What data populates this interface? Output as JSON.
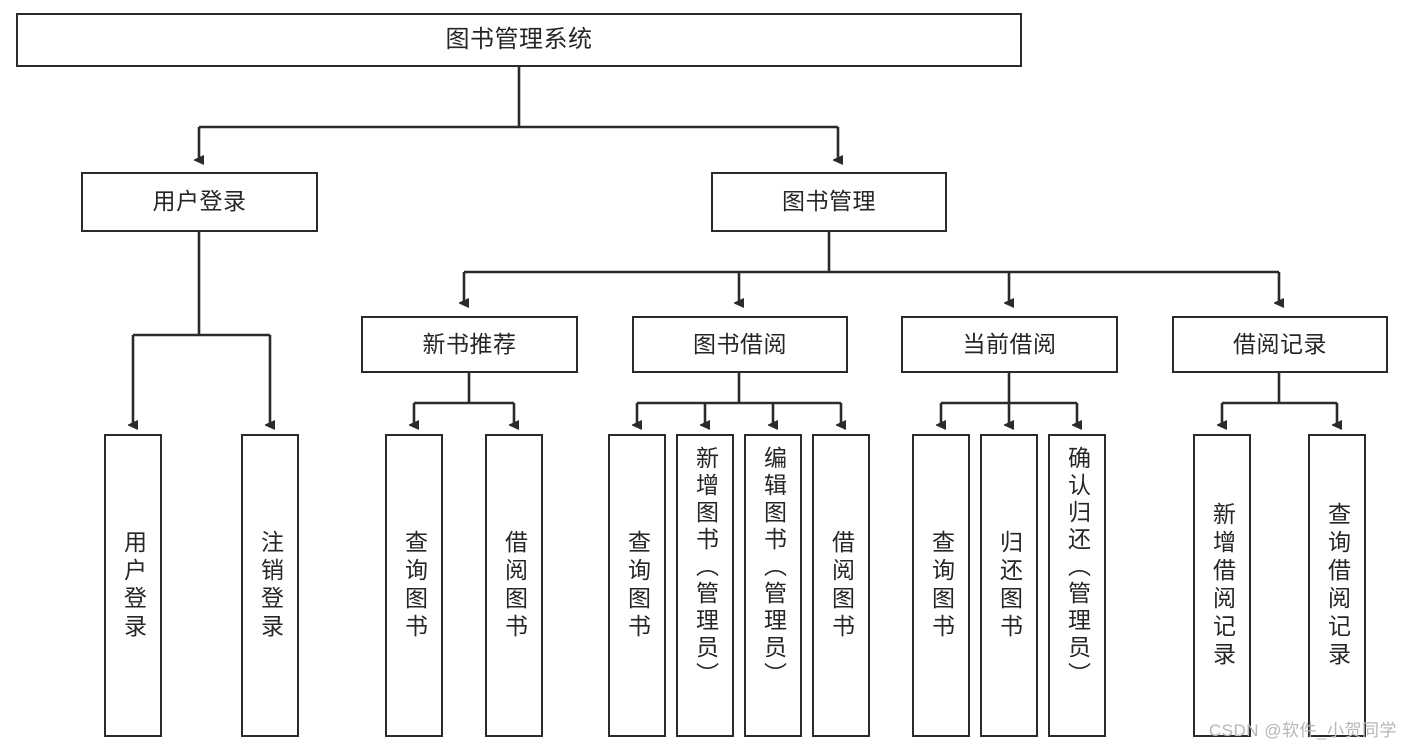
{
  "diagram": {
    "type": "tree",
    "title": "图书管理系统",
    "root": {
      "label": "图书管理系统"
    },
    "level2": [
      {
        "label": "用户登录"
      },
      {
        "label": "图书管理"
      }
    ],
    "level3": [
      {
        "label": "新书推荐"
      },
      {
        "label": "图书借阅"
      },
      {
        "label": "当前借阅"
      },
      {
        "label": "借阅记录"
      }
    ],
    "leaves": {
      "user_login": [
        {
          "label": "用户登录"
        },
        {
          "label": "注销登录"
        }
      ],
      "new_book_recommend": [
        {
          "label": "查询图书"
        },
        {
          "label": "借阅图书"
        }
      ],
      "book_borrow": [
        {
          "label": "查询图书"
        },
        {
          "label": "新增图书（管理员）"
        },
        {
          "label": "编辑图书（管理员）"
        },
        {
          "label": "借阅图书"
        }
      ],
      "current_borrow": [
        {
          "label": "查询图书"
        },
        {
          "label": "归还图书"
        },
        {
          "label": "确认归还（管理员）"
        }
      ],
      "borrow_record": [
        {
          "label": "新增借阅记录"
        },
        {
          "label": "查询借阅记录"
        }
      ]
    }
  },
  "watermark": {
    "text": "CSDN @软件_小贺同学"
  },
  "colors": {
    "border": "#2b2b2b",
    "text": "#262626",
    "background": "#ffffff",
    "watermark": "#b6b6b6"
  }
}
